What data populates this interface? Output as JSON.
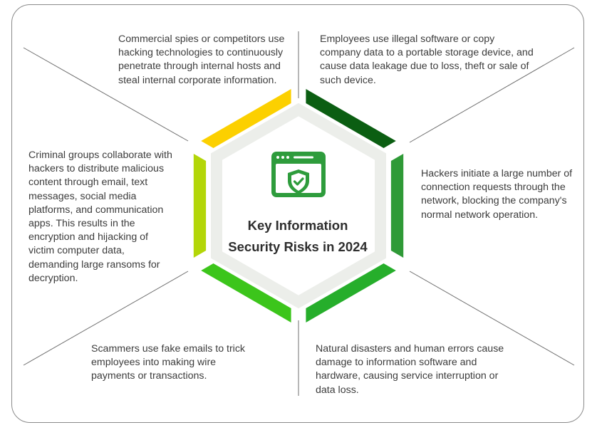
{
  "title": "Key Information Security Risks in 2024",
  "icon": "browser-shield-check-icon",
  "colors": {
    "top_left": "#fcd000",
    "top_right": "#0b5e12",
    "right": "#2f9a37",
    "bottom_right": "#26ae2b",
    "bottom_left": "#3cc51b",
    "left": "#b3d608",
    "icon_green": "#2e9c3c"
  },
  "risks": {
    "top_left": "Commercial spies or competitors use hacking technologies to continuously penetrate through internal hosts and steal internal corporate information.",
    "top_right": "Employees use illegal software or copy company data to a portable storage device, and cause data leakage due to loss, theft or sale of such device.",
    "right": "Hackers initiate a large number of connection requests through the network, blocking the company's normal network operation.",
    "bottom_right": "Natural disasters and human errors cause damage to information software and hardware, causing service interruption or data loss.",
    "bottom_left": "Scammers use fake emails to trick employees into making wire payments or transactions.",
    "left": "Criminal groups collaborate with hackers to distribute malicious content through email, text messages, social media platforms, and communication apps. This results in the encryption and hijacking of victim computer data, demanding large ransoms for decryption."
  }
}
